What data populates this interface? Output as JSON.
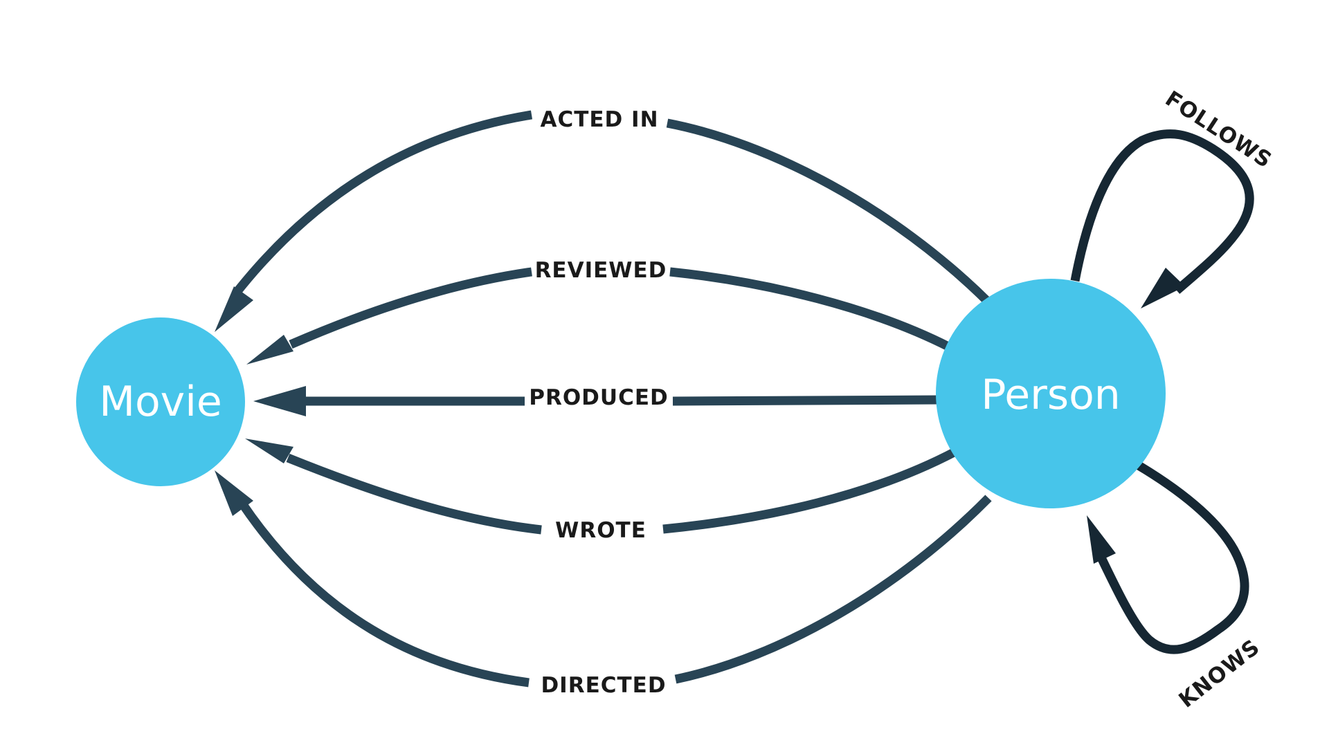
{
  "nodes": {
    "movie": {
      "label": "Movie"
    },
    "person": {
      "label": "Person"
    }
  },
  "edges": {
    "acted_in": {
      "label": "ACTED IN"
    },
    "reviewed": {
      "label": "REVIEWED"
    },
    "produced": {
      "label": "PRODUCED"
    },
    "wrote": {
      "label": "WROTE"
    },
    "directed": {
      "label": "DIRECTED"
    },
    "follows": {
      "label": "FOLLOWS"
    },
    "knows": {
      "label": "KNOWS"
    }
  },
  "colors": {
    "node_fill": "#47c5ea",
    "edge_stroke": "#284455",
    "self_loop_stroke": "#162733",
    "label_text": "#1a1a1a"
  }
}
